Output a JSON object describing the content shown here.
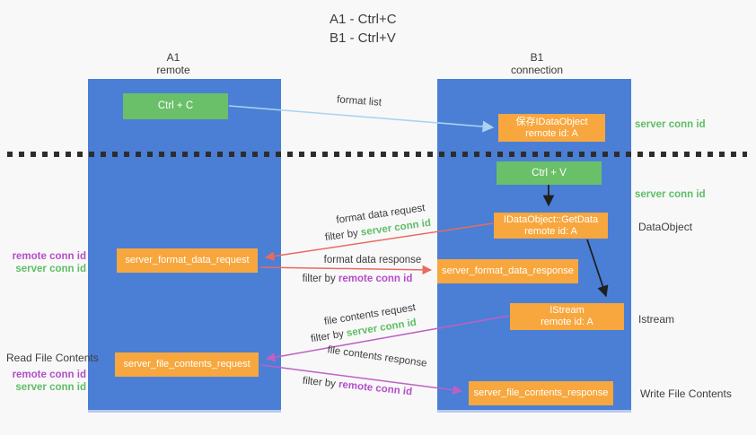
{
  "title": {
    "line1": "A1 - Ctrl+C",
    "line2": "B1 - Ctrl+V"
  },
  "lanes": {
    "left": {
      "name": "A1",
      "subtitle": "remote"
    },
    "right": {
      "name": "B1",
      "subtitle": "connection"
    }
  },
  "nodes": {
    "ctrl_c": {
      "label": "Ctrl + C"
    },
    "ctrl_v": {
      "label": "Ctrl + V"
    },
    "save_idataobject": {
      "line1": "保存IDataObject",
      "line2": "remote id: A"
    },
    "getdata": {
      "line1": "IDataObject::GetData",
      "line2": "remote id: A"
    },
    "istream": {
      "line1": "IStream",
      "line2": "remote id: A"
    },
    "format_request": {
      "label": "server_format_data_request"
    },
    "format_response": {
      "label": "server_format_data_response"
    },
    "file_request": {
      "label": "server_file_contents_request"
    },
    "file_response": {
      "label": "server_file_contents_response"
    }
  },
  "flow_labels": {
    "format_list": "format list",
    "format_data_request": "format data request",
    "format_data_response": "format data response",
    "file_contents_request": "file contents request",
    "file_contents_response": "file contents response",
    "filter_by": "filter by",
    "server_conn_id": "server conn id",
    "remote_conn_id": "remote conn id"
  },
  "side_labels": {
    "dataobject": "DataObject",
    "istream": "Istream",
    "read_file_contents": "Read File Contents",
    "write_file_contents": "Write File Contents"
  },
  "colors": {
    "lane_blue": "#4a7fd5",
    "node_green": "#6abf69",
    "node_orange": "#f7a73e",
    "arrow_red": "#ea6a5e",
    "arrow_magenta": "#c05fc5",
    "arrow_light_blue": "#a9d4f1",
    "arrow_black": "#1f1f1f",
    "label_green": "#5fbd66",
    "label_purple": "#b44ec6",
    "text_dark": "#3d3d3d",
    "background": "#f8f8f9"
  }
}
